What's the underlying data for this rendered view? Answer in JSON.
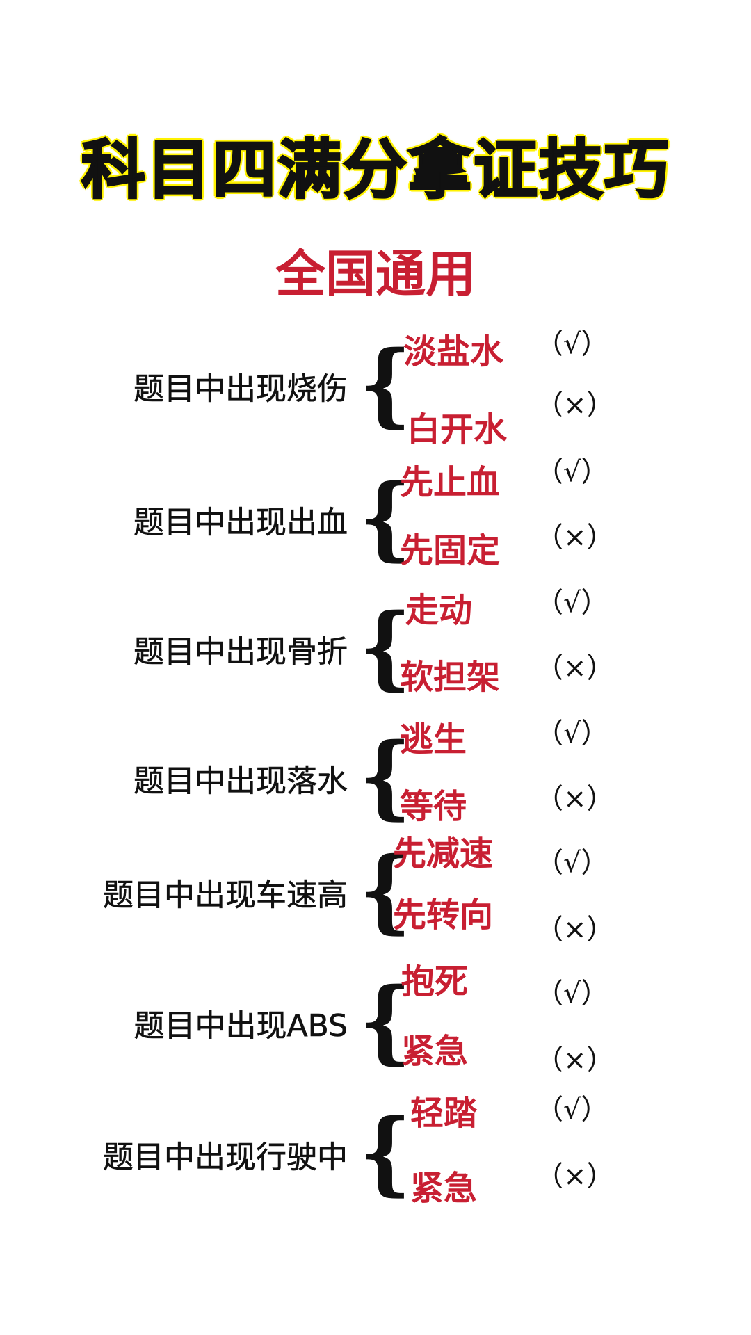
{
  "title": "科目四满分拿证技巧",
  "subtitle": "全国通用",
  "correct_mark": "（√）",
  "wrong_mark": "（×）",
  "groups": [
    {
      "topic": "题目中出现烧伤",
      "correct": "淡盐水",
      "wrong": "白开水"
    },
    {
      "topic": "题目中出现出血",
      "correct": "先止血",
      "wrong": "先固定"
    },
    {
      "topic": "题目中出现骨折",
      "correct": "走动",
      "wrong": "软担架"
    },
    {
      "topic": "题目中出现落水",
      "correct": "逃生",
      "wrong": "等待"
    },
    {
      "topic": "题目中出现车速高",
      "correct": "先减速",
      "wrong": "先转向"
    },
    {
      "topic": "题目中出现ABS",
      "correct": "抱死",
      "wrong": "紧急"
    },
    {
      "topic": "题目中出现行驶中",
      "correct": "轻踏",
      "wrong": "紧急"
    }
  ]
}
